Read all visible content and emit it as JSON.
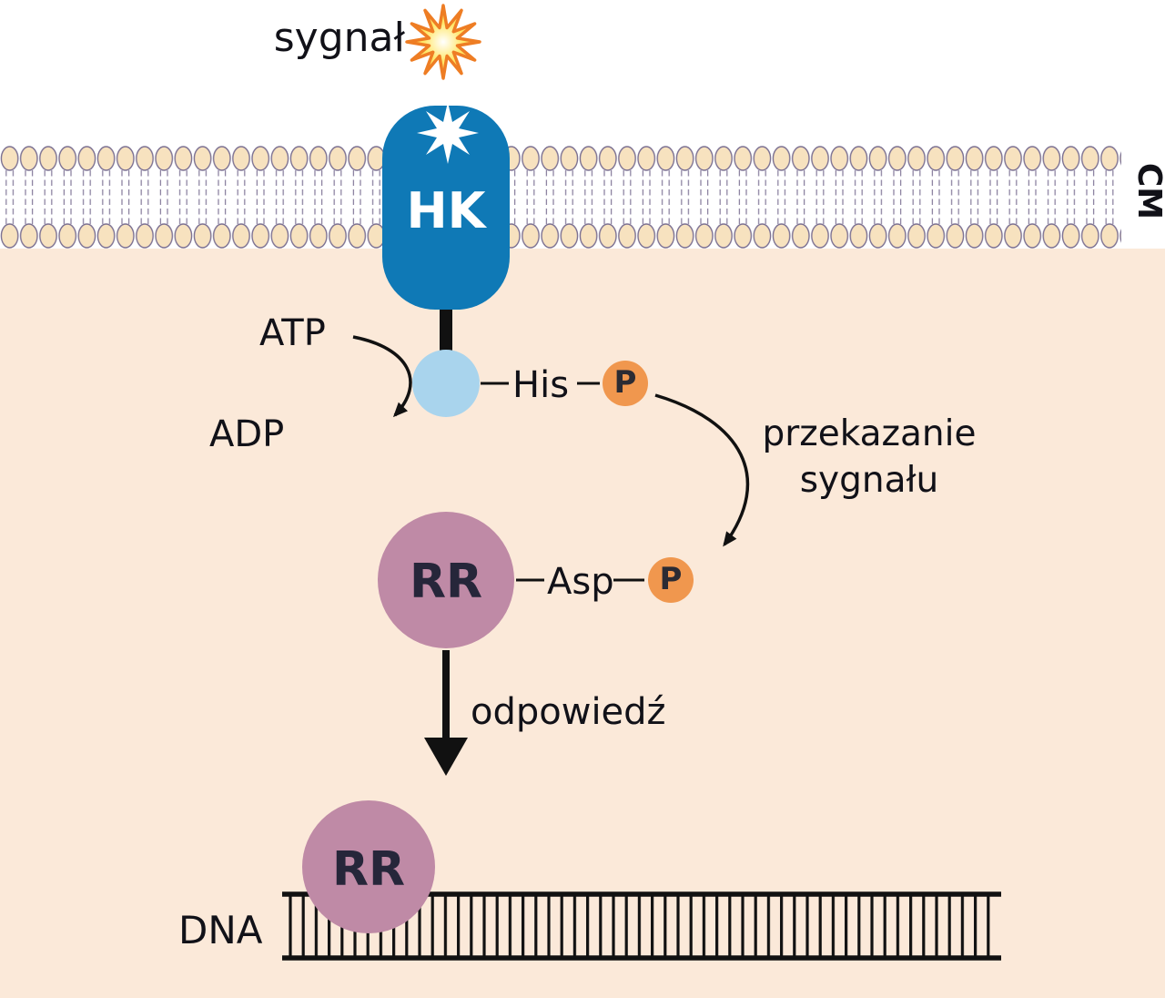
{
  "diagram": {
    "description": "Two-component signal transduction pathway (histidine kinase / response regulator)",
    "labels": {
      "signal": "sygnał",
      "hk": "HK",
      "cm": "CM",
      "atp": "ATP",
      "adp": "ADP",
      "his": "His",
      "p1": "P",
      "transfer": "przekazanie\nsygnału",
      "rr1": "RR",
      "asp": "Asp",
      "p2": "P",
      "response": "odpowiedź",
      "rr2": "RR",
      "dna": "DNA"
    },
    "colors": {
      "kinase_blue": "#0f79b6",
      "his_domain_blue": "#a9d4ed",
      "phosphate_orange": "#f0974e",
      "rr_mauve": "#bf8aa6",
      "membrane_head_cream": "#f7e2bf",
      "membrane_outline": "#7c7192",
      "background_peach": "#fbe9d9",
      "star_yellow": "#ffe14f",
      "star_orange_stroke": "#ee7d24",
      "line_black": "#111111"
    }
  }
}
